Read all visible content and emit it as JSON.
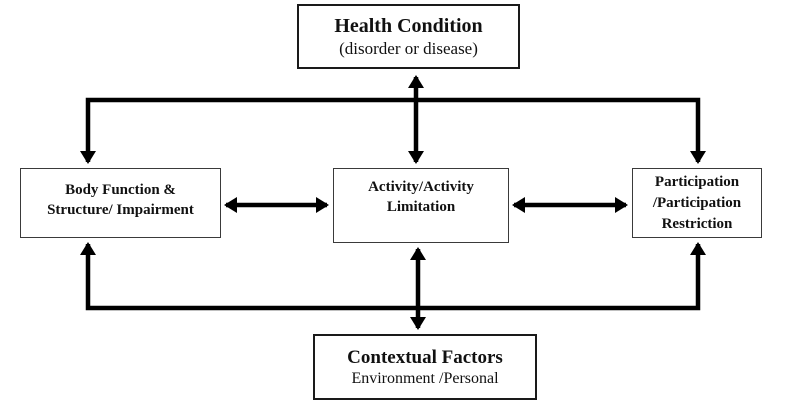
{
  "boxes": {
    "health_condition": {
      "title": "Health Condition",
      "subtitle": "(disorder or disease)"
    },
    "body_function": {
      "lines": [
        "Body Function &",
        "Structure/ Impairment"
      ]
    },
    "activity": {
      "lines": [
        "Activity/Activity",
        "Limitation"
      ]
    },
    "participation": {
      "lines": [
        "Participation",
        "/Participation",
        "Restriction"
      ]
    },
    "contextual_factors": {
      "title": "Contextual Factors",
      "subtitle": "Environment /Personal"
    }
  },
  "connections": [
    {
      "from": "health_condition",
      "to": "body_function",
      "bidirectional": false
    },
    {
      "from": "health_condition",
      "to": "participation",
      "bidirectional": false
    },
    {
      "from": "health_condition",
      "to": "activity",
      "bidirectional": true
    },
    {
      "from": "body_function",
      "to": "activity",
      "bidirectional": true
    },
    {
      "from": "activity",
      "to": "participation",
      "bidirectional": true
    },
    {
      "from": "contextual_factors",
      "to": "body_function",
      "bidirectional": false
    },
    {
      "from": "contextual_factors",
      "to": "participation",
      "bidirectional": false
    },
    {
      "from": "contextual_factors",
      "to": "activity",
      "bidirectional": true
    }
  ],
  "colors": {
    "arrow": "#000000",
    "border_dark": "#1a1a1a",
    "border_mid": "#3a3a3a",
    "background": "#ffffff",
    "text": "#111111"
  }
}
